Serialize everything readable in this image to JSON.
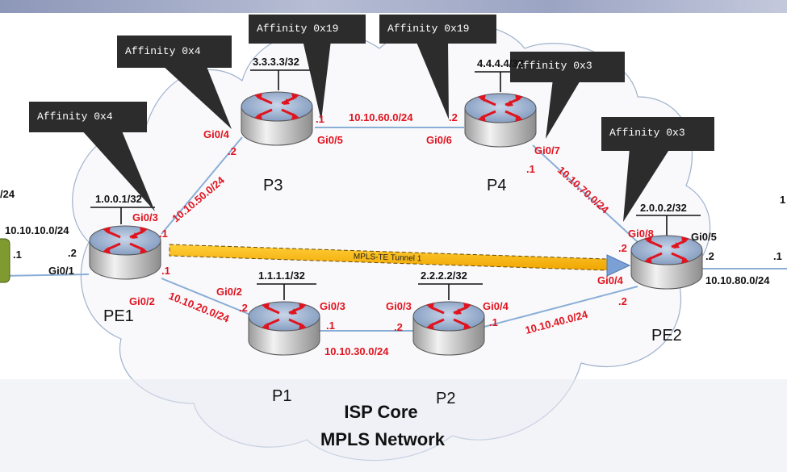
{
  "colors": {
    "link": "#8aaed6",
    "label": "#e0141e",
    "callout_bg": "#2c2c2c",
    "tunnel": "#f5b400",
    "router_top": "#8aa4c8"
  },
  "core_labels": {
    "line1": "ISP Core",
    "line2": "MPLS Network"
  },
  "tunnel_label": "MPLS-TE Tunnel 1",
  "routers": {
    "pe1": {
      "name": "PE1",
      "loopback": "1.0.0.1/32"
    },
    "p1": {
      "name": "P1",
      "loopback": "1.1.1.1/32"
    },
    "p2": {
      "name": "P2",
      "loopback": "2.2.2.2/32"
    },
    "p3": {
      "name": "P3",
      "loopback": "3.3.3.3/32"
    },
    "p4": {
      "name": "P4",
      "loopback": "4.4.4.4/32"
    },
    "pe2": {
      "name": "PE2",
      "loopback": "2.0.0.2/32"
    }
  },
  "callouts": {
    "pe1": "Affinity 0x4",
    "p3_left": "Affinity 0x4",
    "p3_right": "Affinity 0x19",
    "p4_left": "Affinity 0x19",
    "p4_right": "Affinity 0x3",
    "pe2": "Affinity 0x3"
  },
  "subnets": {
    "ce_pe1": "10.10.10.0/24",
    "pe1_p3": "10.10.50.0/24",
    "p3_p4": "10.10.60.0/24",
    "p4_pe2": "10.10.70.0/24",
    "pe1_p1": "10.10.20.0/24",
    "p1_p2": "10.10.30.0/24",
    "p2_pe2": "10.10.40.0/24",
    "pe2_ce": "10.10.80.0/24",
    "left_edge": "/24"
  },
  "interfaces": {
    "pe1_gi01": "Gi0/1",
    "pe1_gi03": "Gi0/3",
    "pe1_gi02": "Gi0/2",
    "p3_gi04": "Gi0/4",
    "p3_gi05": "Gi0/5",
    "p4_gi06": "Gi0/6",
    "p4_gi07": "Gi0/7",
    "p1_gi02": "Gi0/2",
    "p1_gi03": "Gi0/3",
    "p2_gi03": "Gi0/3",
    "p2_gi04": "Gi0/4",
    "pe2_gi08": "Gi0/8",
    "pe2_gi04": "Gi0/4",
    "pe2_gi05": "Gi0/5"
  },
  "hosts": {
    "ce1_side": ".1",
    "pe1_ce": ".2",
    "pe1_p3": ".1",
    "p3_pe1": ".2",
    "p3_p4": ".1",
    "p4_p3": ".2",
    "p4_pe2": ".1",
    "pe2_p4": ".2",
    "pe1_p1": ".1",
    "p1_pe1": ".2",
    "p1_p2": ".1",
    "p2_p1": ".2",
    "p2_pe2": ".1",
    "pe2_p2": ".2",
    "pe2_ce": ".2",
    "ce2_side": ".1",
    "right_edge": "1"
  }
}
